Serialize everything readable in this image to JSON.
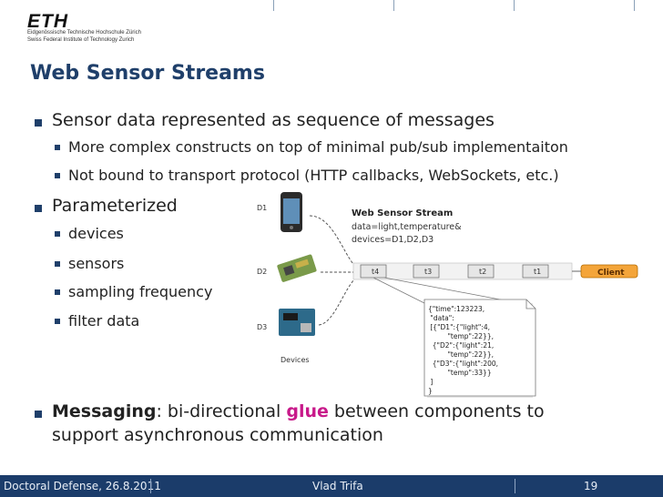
{
  "header": {
    "logo": "ETH",
    "institution_de": "Eidgenössische Technische Hochschule Zürich",
    "institution_en": "Swiss Federal Institute of Technology Zurich"
  },
  "slide": {
    "title": "Web Sensor Streams",
    "bullet1": "Sensor data represented as sequence of messages",
    "bullet1_sub": [
      "More complex constructs on top of minimal pub/sub implementaiton",
      "Not bound to transport protocol (HTTP callbacks, WebSockets, etc.)"
    ],
    "bullet2": "Parameterized",
    "bullet2_sub": [
      "devices",
      "sensors",
      "sampling frequency",
      "filter data"
    ],
    "bullet3_bold": "Messaging",
    "bullet3_pre": ": bi-directional ",
    "bullet3_glue": "glue",
    "bullet3_post": " between components to",
    "bullet3_line2": "support asynchronous communication"
  },
  "diagram": {
    "device_labels": [
      "D1",
      "D2",
      "D3"
    ],
    "devices_caption": "Devices",
    "stream_title": "Web Sensor Stream",
    "stream_url_1": "data=light,temperature&",
    "stream_url_2": "devices=D1,D2,D3",
    "messages": [
      "t4",
      "t3",
      "t2",
      "t1"
    ],
    "client": "Client",
    "json_lines": [
      "{\"time\":123223,",
      " \"data\":",
      " [{\"D1\":{\"light\":4,",
      "         \"temp\":22}},",
      "  {\"D2\":{\"light\":21,",
      "         \"temp\":22}},",
      "  {\"D3\":{\"light\":200,",
      "         \"temp\":33}}",
      " ]",
      "}"
    ]
  },
  "footer": {
    "left": "Doctoral Defense, 26.8.2011",
    "center": "Vlad Trifa",
    "page": "19"
  },
  "colors": {
    "title": "#1f3f6a",
    "footer_bg": "#1b3c6a",
    "glue": "#c8198a",
    "client_fill": "#f4a53a"
  }
}
